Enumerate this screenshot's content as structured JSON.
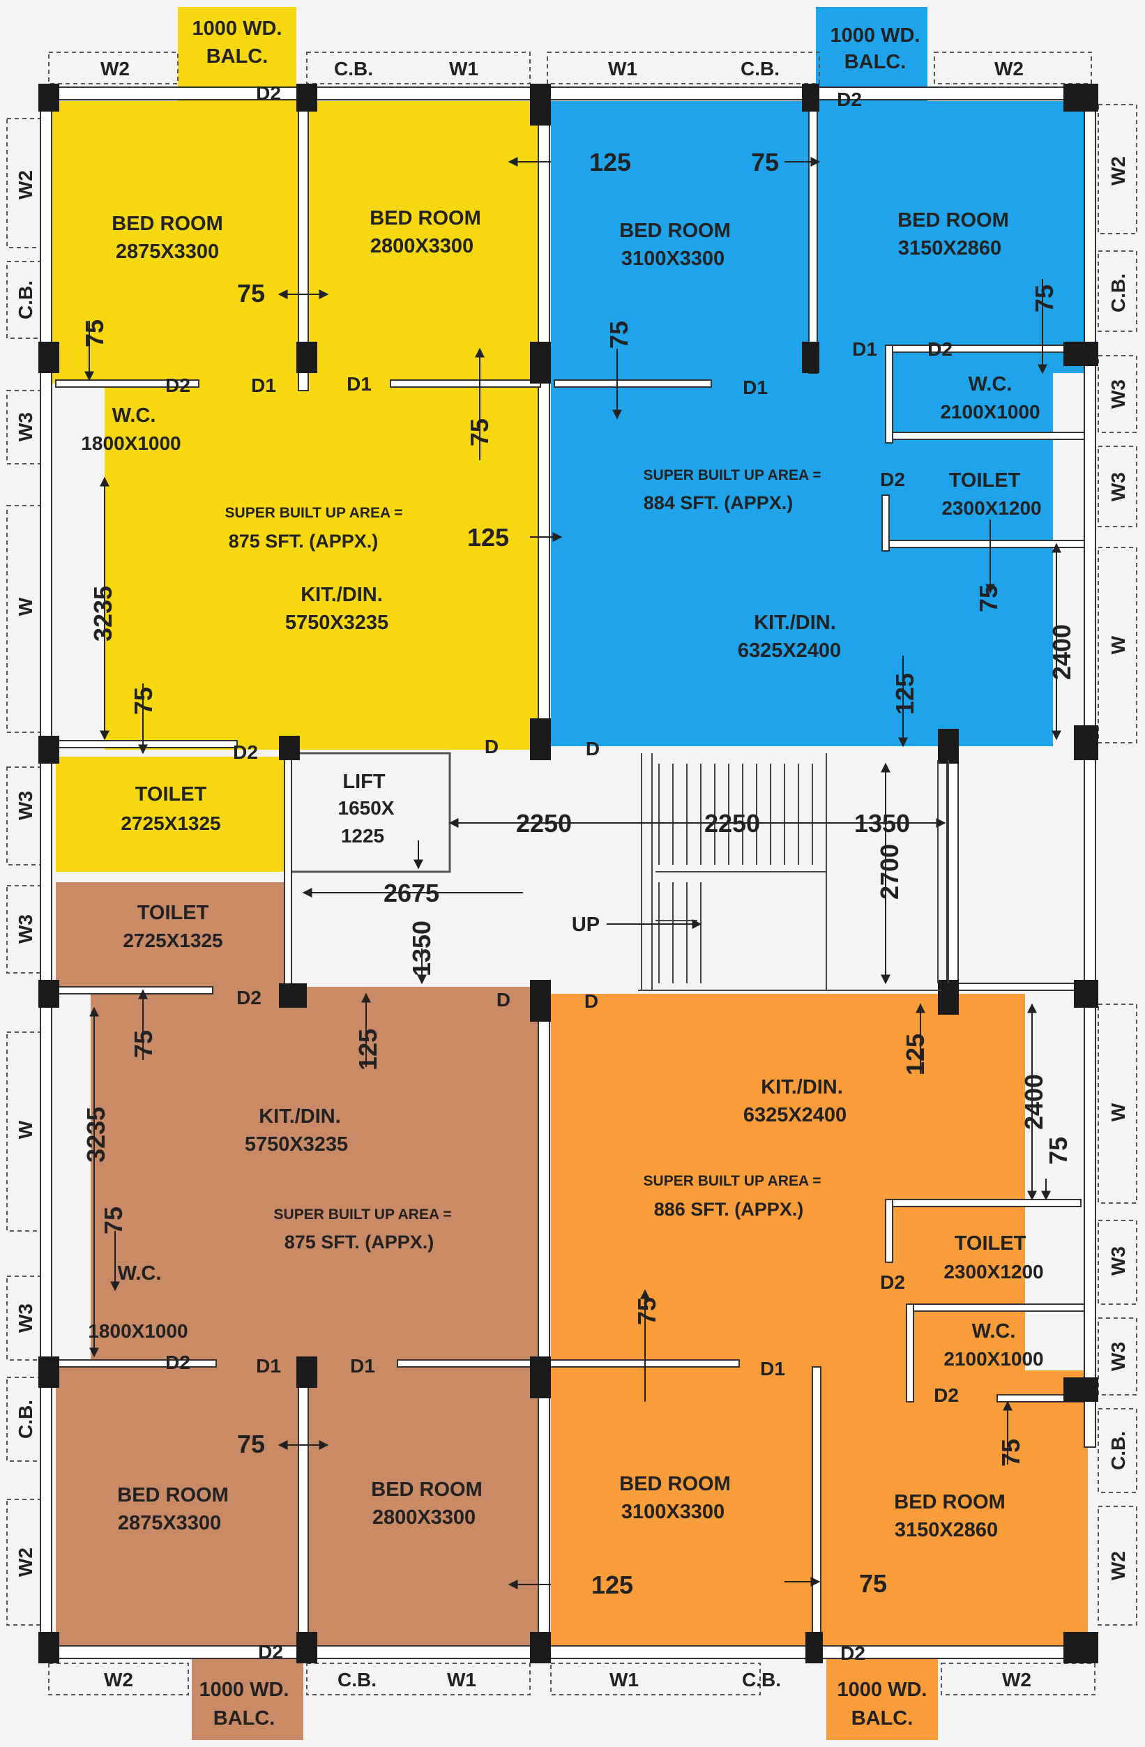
{
  "colors": {
    "yellow": "#f7d70f",
    "blue": "#1fa4ec",
    "brown": "#c98a66",
    "orange": "#f99c3a"
  },
  "flats": {
    "yellow": {
      "bed1": {
        "name": "BED ROOM",
        "size": "2875X3300"
      },
      "bed2": {
        "name": "BED ROOM",
        "size": "2800X3300"
      },
      "wc": {
        "name": "W.C.",
        "size": "1800X1000"
      },
      "kit": {
        "name": "KIT./DIN.",
        "size": "5750X3235"
      },
      "toilet": {
        "name": "TOILET",
        "size": "2725X1325"
      },
      "sba_label": "SUPER BUILT UP AREA =",
      "sba_value": "875  SFT. (APPX.)",
      "balc": [
        "1000 WD.",
        "BALC."
      ]
    },
    "blue": {
      "bed1": {
        "name": "BED ROOM",
        "size": "3100X3300"
      },
      "bed2": {
        "name": "BED ROOM",
        "size": "3150X2860"
      },
      "wc": {
        "name": "W.C.",
        "size": "2100X1000"
      },
      "toilet": {
        "name": "TOILET",
        "size": "2300X1200"
      },
      "kit": {
        "name": "KIT./DIN.",
        "size": "6325X2400"
      },
      "sba_label": "SUPER BUILT UP AREA =",
      "sba_value": "884  SFT. (APPX.)",
      "balc": [
        "1000 WD.",
        "BALC."
      ]
    },
    "brown": {
      "toilet": {
        "name": "TOILET",
        "size": "2725X1325"
      },
      "kit": {
        "name": "KIT./DIN.",
        "size": "5750X3235"
      },
      "wc": {
        "name": "W.C.",
        "size": "1800X1000"
      },
      "bed1": {
        "name": "BED ROOM",
        "size": "2875X3300"
      },
      "bed2": {
        "name": "BED ROOM",
        "size": "2800X3300"
      },
      "sba_label": "SUPER BUILT UP AREA =",
      "sba_value": "875  SFT. (APPX.)",
      "balc": [
        "1000 WD.",
        "BALC."
      ]
    },
    "orange": {
      "kit": {
        "name": "KIT./DIN.",
        "size": "6325X2400"
      },
      "toilet": {
        "name": "TOILET",
        "size": "2300X1200"
      },
      "wc": {
        "name": "W.C.",
        "size": "2100X1000"
      },
      "bed1": {
        "name": "BED ROOM",
        "size": "3100X3300"
      },
      "bed2": {
        "name": "BED ROOM",
        "size": "3150X2860"
      },
      "sba_label": "SUPER BUILT UP AREA =",
      "sba_value": "886  SFT. (APPX.)",
      "balc": [
        "1000 WD.",
        "BALC."
      ]
    }
  },
  "lift": {
    "name": "LIFT",
    "size1": "1650X",
    "size2": "1225"
  },
  "stair": {
    "up": "UP"
  },
  "labels": {
    "w": "W",
    "w1": "W1",
    "w2": "W2",
    "w3": "W3",
    "cb": "C.B.",
    "d": "D",
    "d1": "D1",
    "d2": "D2"
  },
  "dims": {
    "d75": "75",
    "d125": "125",
    "d3235": "3235",
    "d2400": "2400",
    "d2250": "2250",
    "d1350": "1350",
    "d2675": "2675",
    "d2700": "2700"
  }
}
